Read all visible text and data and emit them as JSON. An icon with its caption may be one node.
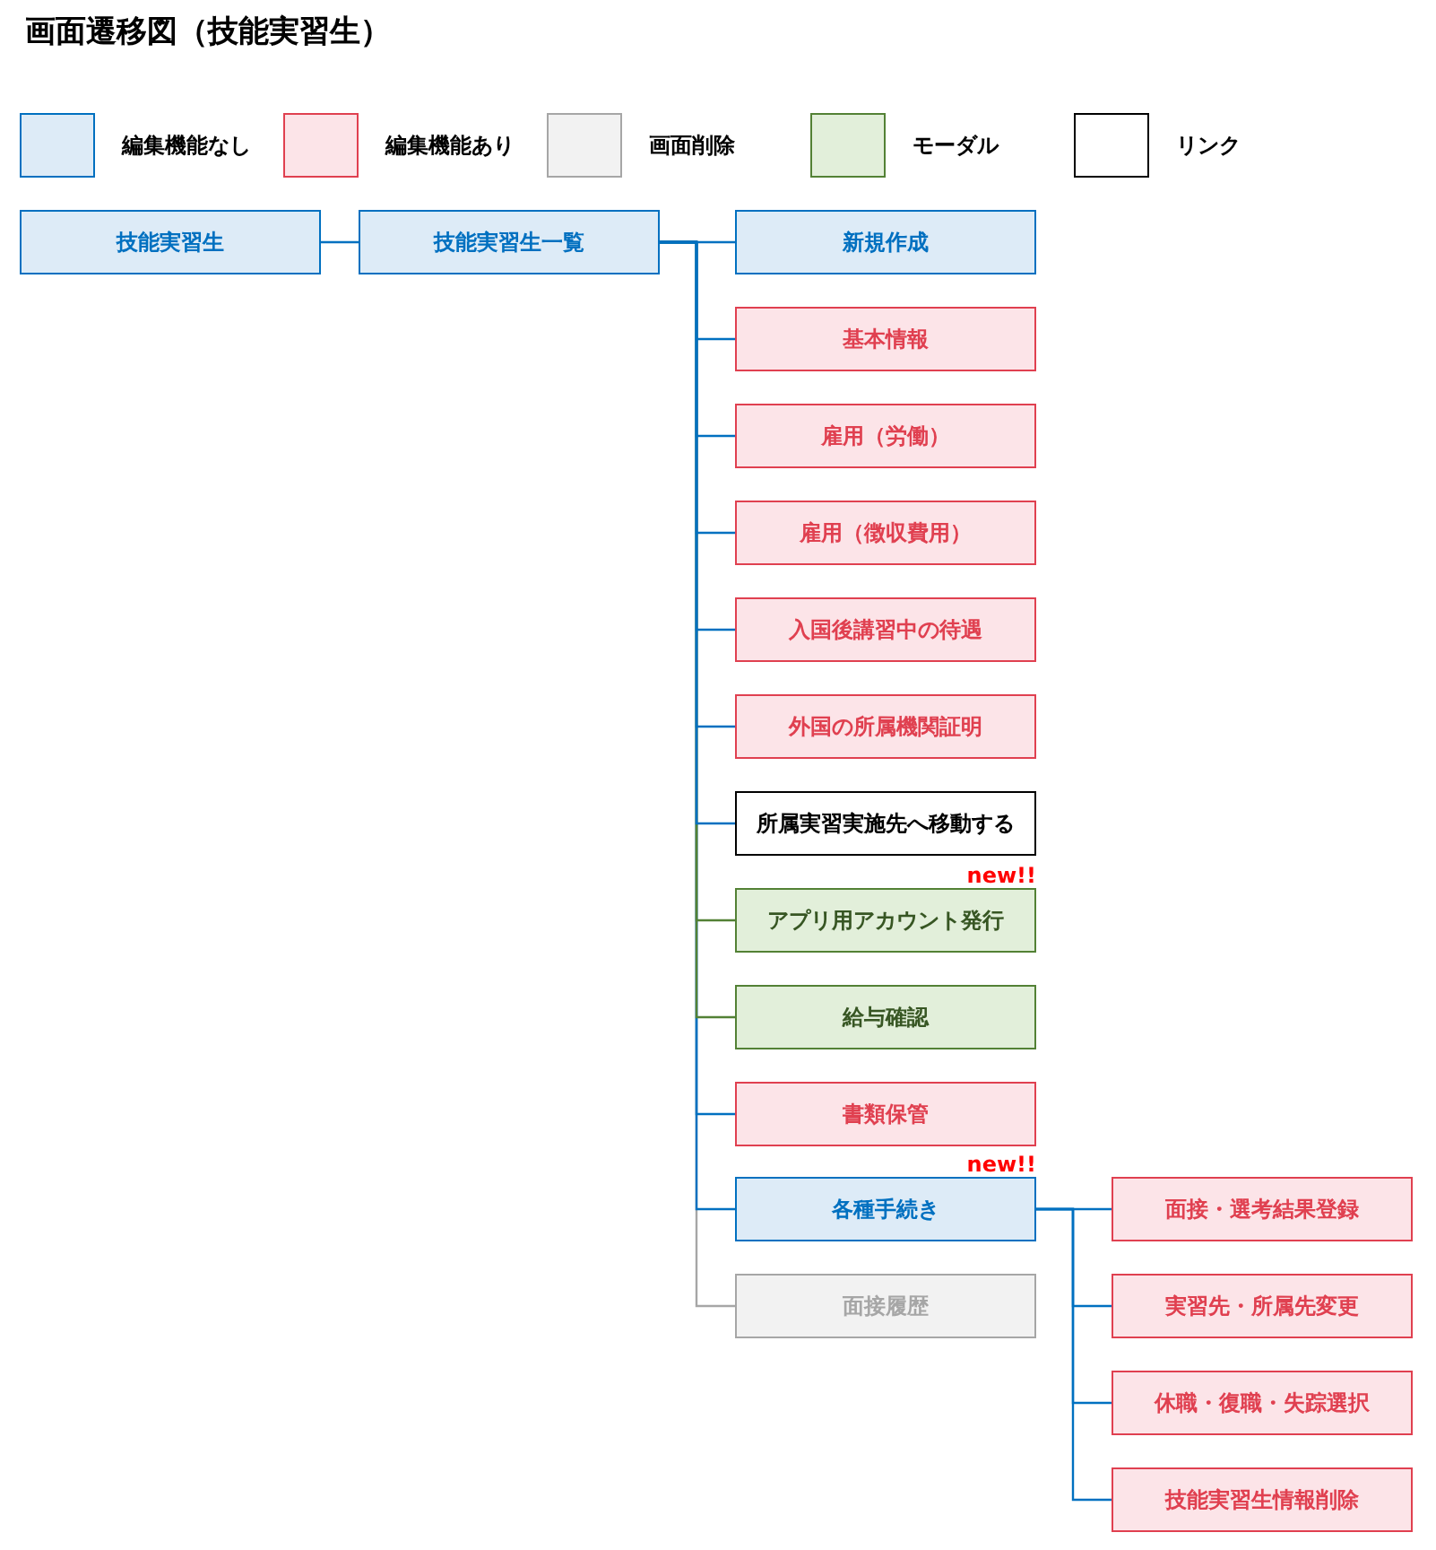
{
  "diagram": {
    "title": "画面遷移図（技能実習生）",
    "nodes": [
      {
        "text": [
          "技能実習生"
        ]
      },
      {
        "text": [
          "技能実習生一覧"
        ]
      },
      {
        "text": [
          "新規作成"
        ]
      },
      {
        "text": [
          "基本情報"
        ]
      },
      {
        "text": [
          "雇用（労働）"
        ]
      },
      {
        "text": [
          "雇用（徴収費用）"
        ]
      },
      {
        "text": [
          "入国後講習中の待遇"
        ]
      },
      {
        "text": [
          "外国の所属機関証明"
        ]
      },
      {
        "text": [
          "所属実習実施先へ移動する"
        ]
      },
      {
        "text": [
          "アプリ用アカウント発行"
        ],
        "beside": [
          "new!!"
        ]
      },
      {
        "text": [
          "給与確認"
        ]
      },
      {
        "text": [
          "書類保管"
        ]
      },
      {
        "text": [
          "各種手続き"
        ],
        "beside": [
          "new!!"
        ]
      },
      {
        "text": [
          "面接履歴"
        ]
      },
      {
        "text": [
          "面接・選考結果登録"
        ]
      },
      {
        "text": [
          "実習先・所属先変更"
        ]
      },
      {
        "text": [
          "休職・復職・失踪選択"
        ]
      },
      {
        "text": [
          "技能実習生情報削除"
        ]
      }
    ],
    "edges": [
      {
        "from": 0,
        "to": 1,
        "arrow": "none"
      },
      {
        "from": 1,
        "to": 2,
        "arrow": "none"
      },
      {
        "from": 1,
        "to": 3,
        "arrow": "none"
      },
      {
        "from": 1,
        "to": 4,
        "arrow": "none"
      },
      {
        "from": 1,
        "to": 5,
        "arrow": "none"
      },
      {
        "from": 1,
        "to": 6,
        "arrow": "none"
      },
      {
        "from": 1,
        "to": 7,
        "arrow": "none"
      },
      {
        "from": 1,
        "to": 8,
        "arrow": "none"
      },
      {
        "from": 1,
        "to": 9,
        "arrow": "none",
        "color": "#538135"
      },
      {
        "from": 1,
        "to": 10,
        "arrow": "none",
        "color": "#538135"
      },
      {
        "from": 1,
        "to": 11,
        "arrow": "none"
      },
      {
        "from": 1,
        "to": 12,
        "arrow": "none"
      },
      {
        "from": 1,
        "to": 13,
        "arrow": "none",
        "color": "#a6a6a6"
      },
      {
        "from": 12,
        "to": 14,
        "arrow": "none"
      },
      {
        "from": 12,
        "to": 15,
        "arrow": "none"
      },
      {
        "from": 12,
        "to": 16,
        "arrow": "none"
      },
      {
        "from": 12,
        "to": 17,
        "arrow": "none"
      }
    ],
    "legend": [
      {
        "text": "編集機能なし",
        "color": "#ddebf7"
      },
      {
        "text": "編集機能あり",
        "color": "#fce4e8"
      },
      {
        "text": "画面削除",
        "color": "#f2f2f2"
      },
      {
        "text": "モーダル",
        "color": "#e2efda"
      },
      {
        "text": "リンク",
        "color": "#ffffff"
      }
    ]
  }
}
